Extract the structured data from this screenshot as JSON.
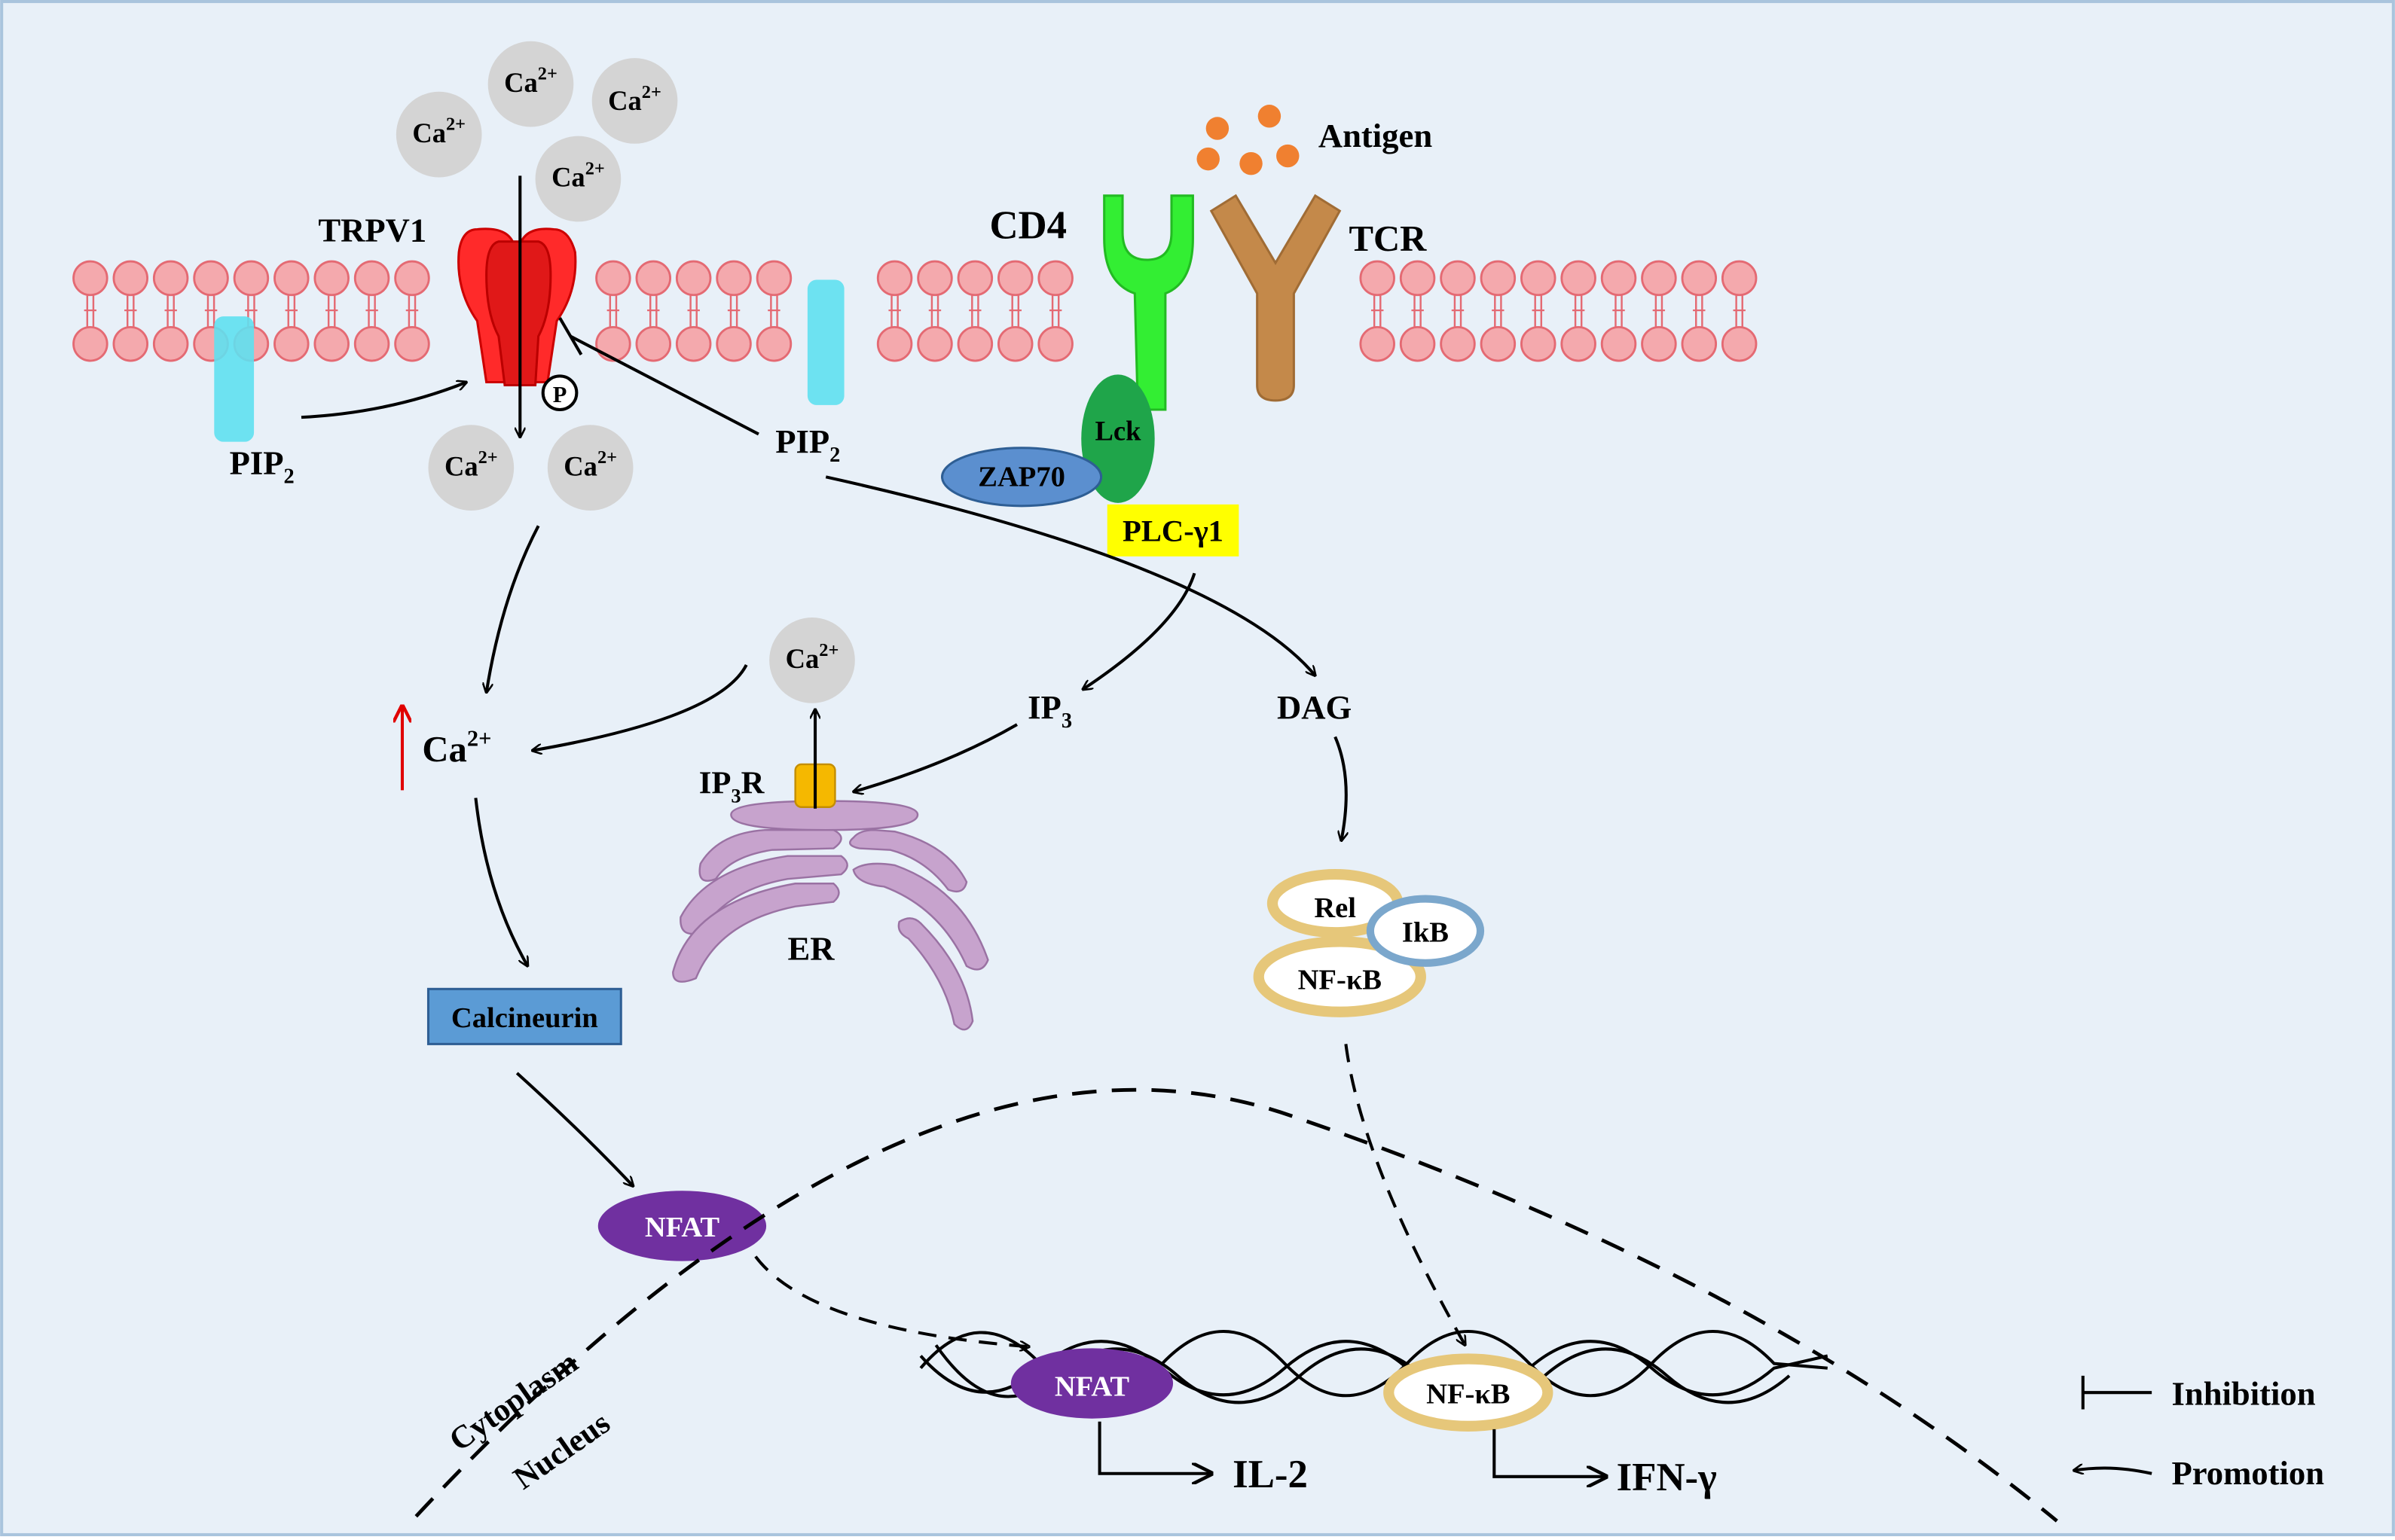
{
  "colors": {
    "background": "#e8f0f8",
    "border": "#a9c4dd",
    "lipid_head": "#f4a9ad",
    "lipid_stroke": "#e46a73",
    "trpv1": "#ff2a2a",
    "pip2_channel": "#5fe0f0",
    "cd4": "#33ee33",
    "tcr": "#c4894a",
    "lck": "#1fa54a",
    "zap70": "#5b8fcf",
    "plc_bg": "#ffff00",
    "antigen": "#f08030",
    "ca_ion": "#d4d4d4",
    "er": "#c7a3cd",
    "ip3r": "#f5b800",
    "calcineurin": "#5b9bd5",
    "nfat": "#7030a0",
    "nfkb_ring": "#e6c77a",
    "ikb_ring": "#7ba7cc",
    "red_arrow": "#e00000"
  },
  "labels": {
    "ca": "Ca",
    "ca_charge": "2+",
    "trpv1": "TRPV1",
    "pip2": "PIP",
    "pip2_sub": "2",
    "phospho": "P",
    "cd4": "CD4",
    "tcr": "TCR",
    "antigen": "Antigen",
    "lck": "Lck",
    "zap70": "ZAP70",
    "plc": "PLC-γ1",
    "ip3": "IP",
    "ip3_sub": "3",
    "ip3r_a": "IP",
    "ip3r_sub": "3",
    "ip3r_b": "R",
    "er": "ER",
    "dag": "DAG",
    "rel": "Rel",
    "ikb": "IkB",
    "nfkb": "NF-κB",
    "calcineurin": "Calcineurin",
    "nfat": "NFAT",
    "cytoplasm": "Cytoplasm",
    "nucleus": "Nucleus",
    "il2": "IL-2",
    "ifng": "IFN-γ"
  },
  "legend": {
    "inhibition": "Inhibition",
    "promotion": "Promotion"
  }
}
